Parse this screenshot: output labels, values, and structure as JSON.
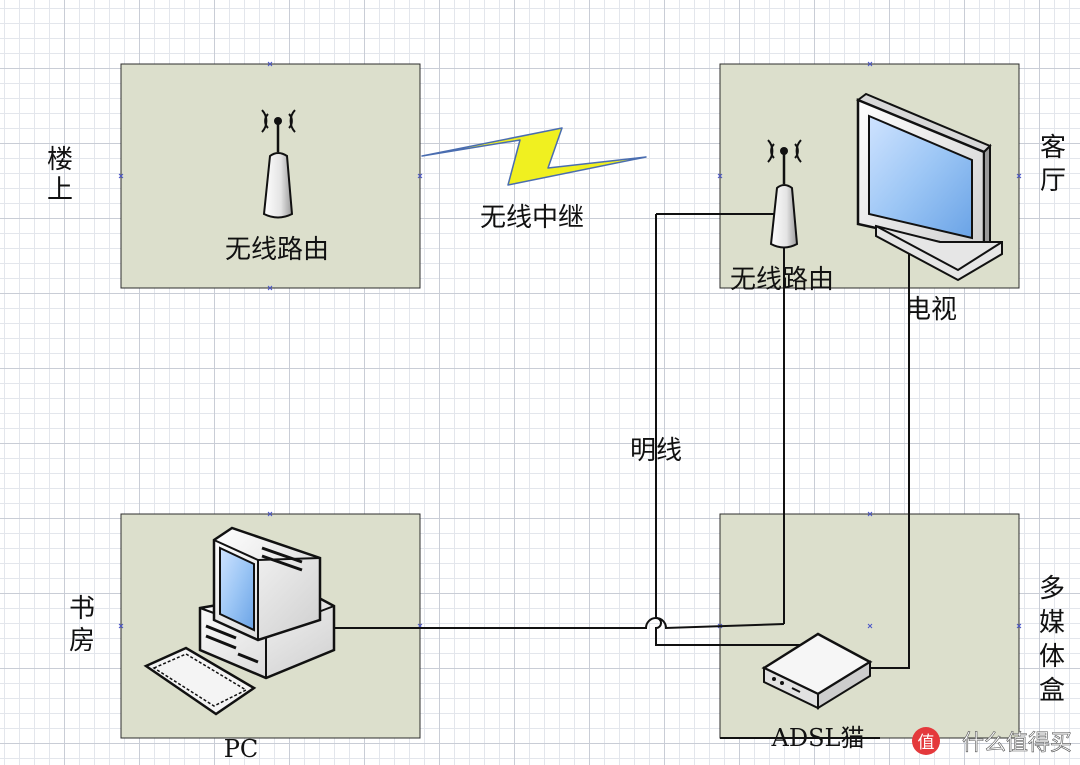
{
  "zones": {
    "upstairs": {
      "side_label": [
        "楼",
        "上"
      ],
      "device_label": "无线路由"
    },
    "living_room": {
      "side_label": [
        "客",
        "厅"
      ],
      "router_label": "无线路由",
      "tv_label": "电视"
    },
    "study": {
      "side_label": [
        "书",
        "房"
      ],
      "device_label": "PC"
    },
    "media_box": {
      "side_label": [
        "多",
        "媒",
        "体",
        "盒"
      ],
      "device_label": "ADSL猫"
    }
  },
  "links": {
    "wireless_relay": "无线中继",
    "exposed_wire": "明线"
  },
  "watermark": {
    "badge": "值",
    "text": "什么值得买"
  },
  "colors": {
    "zone_fill": "#dcdfcc",
    "lightning": "#f0f020",
    "watermark_badge": "#e4393c"
  }
}
